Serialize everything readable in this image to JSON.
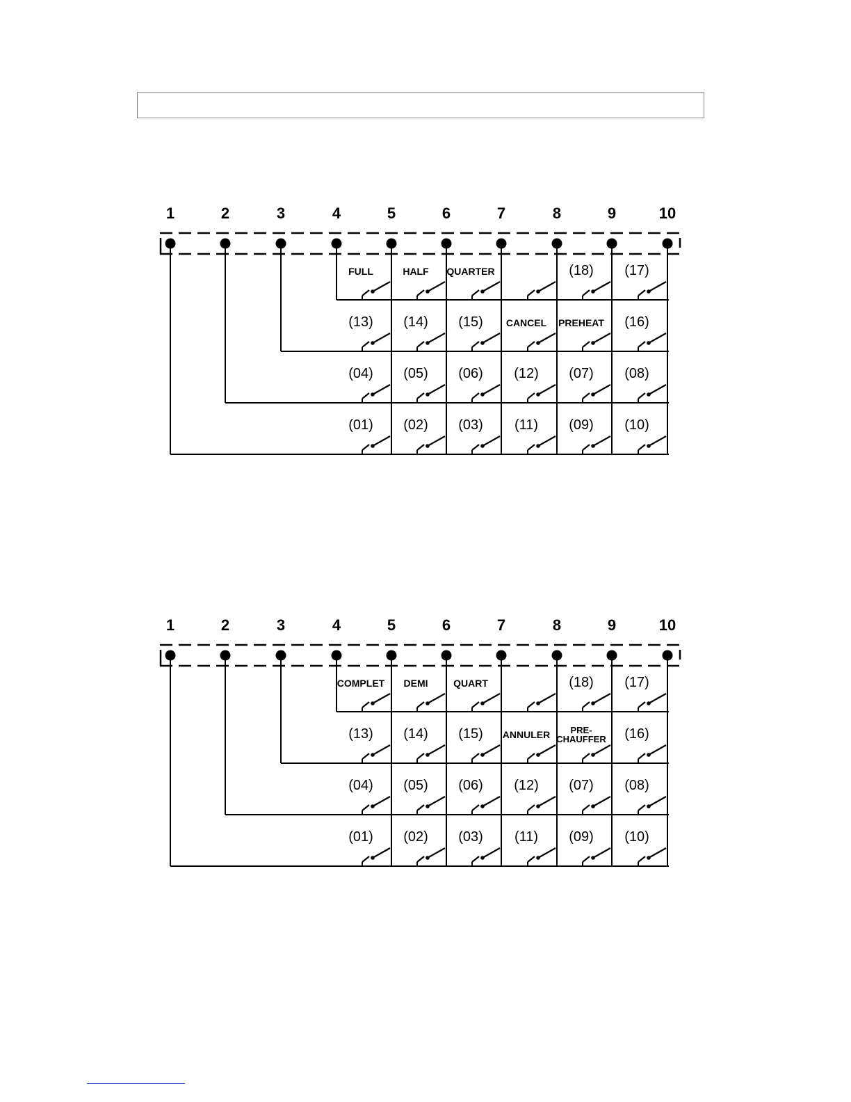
{
  "diagrams": [
    {
      "id": "english",
      "terminals": [
        "1",
        "2",
        "3",
        "4",
        "5",
        "6",
        "7",
        "8",
        "9",
        "10"
      ],
      "rows": [
        {
          "labels": [
            "FULL",
            "HALF",
            "QUARTER",
            "",
            "(18)",
            "(17)"
          ]
        },
        {
          "labels": [
            "(13)",
            "(14)",
            "(15)",
            "CANCEL",
            "PREHEAT",
            "(16)"
          ]
        },
        {
          "labels": [
            "(04)",
            "(05)",
            "(06)",
            "(12)",
            "(07)",
            "(08)"
          ]
        },
        {
          "labels": [
            "(01)",
            "(02)",
            "(03)",
            "(11)",
            "(09)",
            "(10)"
          ]
        }
      ]
    },
    {
      "id": "french",
      "terminals": [
        "1",
        "2",
        "3",
        "4",
        "5",
        "6",
        "7",
        "8",
        "9",
        "10"
      ],
      "rows": [
        {
          "labels": [
            "COMPLET",
            "DEMI",
            "QUART",
            "",
            "(18)",
            "(17)"
          ]
        },
        {
          "labels": [
            "(13)",
            "(14)",
            "(15)",
            "ANNULER",
            "PRE-\nCHAUFFER",
            "(16)"
          ]
        },
        {
          "labels": [
            "(04)",
            "(05)",
            "(06)",
            "(12)",
            "(07)",
            "(08)"
          ]
        },
        {
          "labels": [
            "(01)",
            "(02)",
            "(03)",
            "(11)",
            "(09)",
            "(10)"
          ]
        }
      ]
    }
  ]
}
